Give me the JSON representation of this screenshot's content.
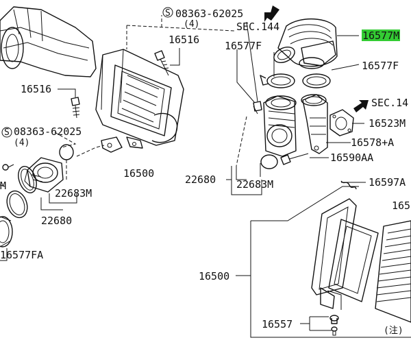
{
  "labels": {
    "bolt_code_top": "08363-62025",
    "bolt_qty_top": "(4)",
    "sec144": "SEC.144",
    "p16577m": "16577M",
    "p16577f_a": "16577F",
    "p16577f_b": "16577F",
    "p16516_top": "16516",
    "p16516_left": "16516",
    "sec14x": "SEC.14",
    "p16523m": "16523M",
    "p16578a": "16578+A",
    "p16590aa": "16590AA",
    "bolt_code_left": "08363-62025",
    "bolt_qty_left": "(4)",
    "p16500_top": "16500",
    "p22680_right": "22680",
    "p22683m_right": "22683M",
    "p16597a": "16597A",
    "m_cut": "M",
    "p22683m_left": "22683M",
    "p22680_left": "22680",
    "p16577fa": "16577FA",
    "p165_cut": "165",
    "p16500_bottom": "16500",
    "p16557": "16557",
    "note": "(注)"
  },
  "colors": {
    "highlight": "#33cc33",
    "ink": "#111111"
  }
}
